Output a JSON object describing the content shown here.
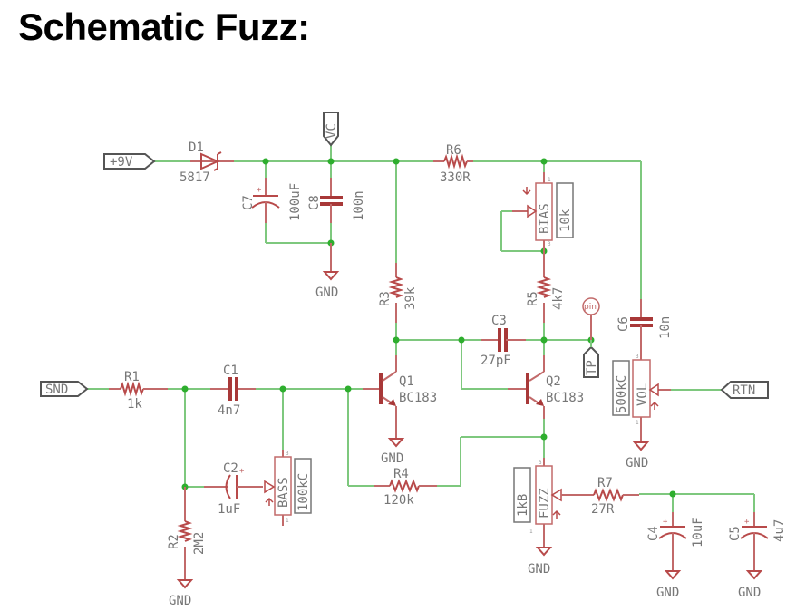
{
  "title": "Schematic Fuzz:",
  "ports": {
    "plus9v": "+9V",
    "vc": "VC",
    "snd": "SND",
    "rtn": "RTN",
    "tp": "TP",
    "pin": "pin"
  },
  "gnd": "GND",
  "components": {
    "D1": {
      "ref": "D1",
      "value": "5817"
    },
    "C7": {
      "ref": "C7",
      "value": "100uF"
    },
    "C8": {
      "ref": "C8",
      "value": "100n"
    },
    "R6": {
      "ref": "R6",
      "value": "330R"
    },
    "BIAS": {
      "ref": "BIAS",
      "value": "10k"
    },
    "R3": {
      "ref": "R3",
      "value": "39k"
    },
    "R5": {
      "ref": "R5",
      "value": "4k7"
    },
    "C3": {
      "ref": "C3",
      "value": "27pF"
    },
    "C6": {
      "ref": "C6",
      "value": "10n"
    },
    "VOL": {
      "ref": "VOL",
      "value": "500kC"
    },
    "Q1": {
      "ref": "Q1",
      "value": "BC183"
    },
    "Q2": {
      "ref": "Q2",
      "value": "BC183"
    },
    "R1": {
      "ref": "R1",
      "value": "1k"
    },
    "C1": {
      "ref": "C1",
      "value": "4n7"
    },
    "C2": {
      "ref": "C2",
      "value": "1uF"
    },
    "BASS": {
      "ref": "BASS",
      "value": "100kC"
    },
    "R2": {
      "ref": "R2",
      "value": "2M2"
    },
    "R4": {
      "ref": "R4",
      "value": "120k"
    },
    "FUZZ": {
      "ref": "FUZZ",
      "value": "1kB"
    },
    "R7": {
      "ref": "R7",
      "value": "27R"
    },
    "C4": {
      "ref": "C4",
      "value": "10uF"
    },
    "C5": {
      "ref": "C5",
      "value": "4u7"
    }
  },
  "pot_pins": {
    "p1": "1",
    "p3": "3"
  }
}
